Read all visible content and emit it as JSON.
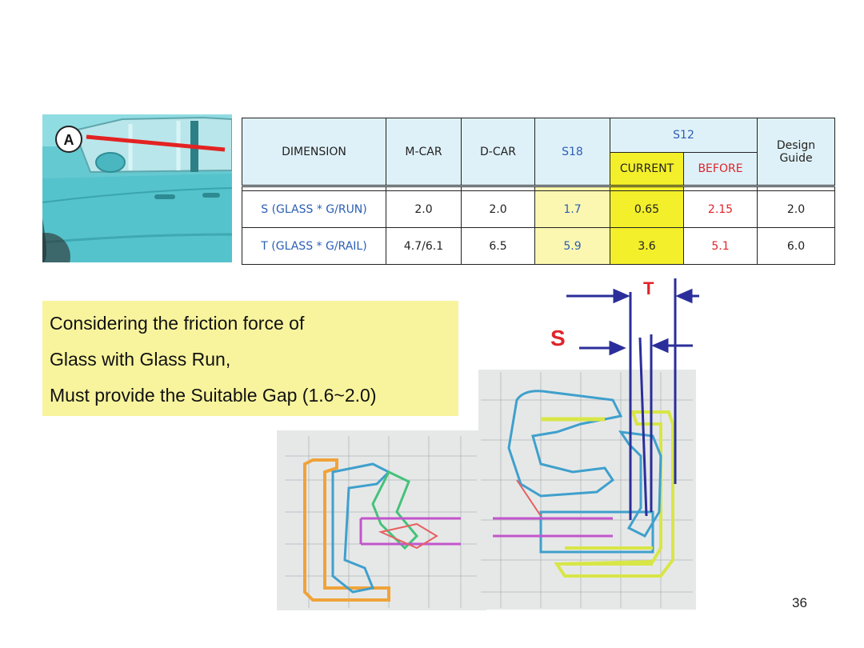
{
  "photo": {
    "marker_label": "A"
  },
  "table": {
    "headers": {
      "dimension": "DIMENSION",
      "m_car": "M-CAR",
      "d_car": "D-CAR",
      "s18": "S18",
      "s12": "S12",
      "current": "CURRENT",
      "before": "BEFORE",
      "design_guide_1": "Design",
      "design_guide_2": "Guide"
    },
    "rows": [
      {
        "dimension": "S (GLASS * G/RUN)",
        "m_car": "2.0",
        "d_car": "2.0",
        "s18": "1.7",
        "current": "0.65",
        "before": "2.15",
        "design_guide": "2.0"
      },
      {
        "dimension": "T (GLASS * G/RAIL)",
        "m_car": "4.7/6.1",
        "d_car": "6.5",
        "s18": "5.9",
        "current": "3.6",
        "before": "5.1",
        "design_guide": "6.0"
      }
    ]
  },
  "note": {
    "lines": [
      "Considering the friction force of",
      "Glass with Glass Run,",
      "Must provide the Suitable Gap (1.6~2.0)"
    ]
  },
  "diagram": {
    "label_t": "T",
    "label_s": "S"
  },
  "page_number": "36",
  "colors": {
    "table_header_bg": "#dff1f8",
    "s18_highlight": "#fbf7b0",
    "current_highlight": "#f3ef2a",
    "blue_text": "#2b5fb4",
    "red_text": "#e0242b",
    "note_bg": "#f8f49d",
    "arrow_color": "#2b2e9a",
    "label_color": "#e0242b"
  }
}
